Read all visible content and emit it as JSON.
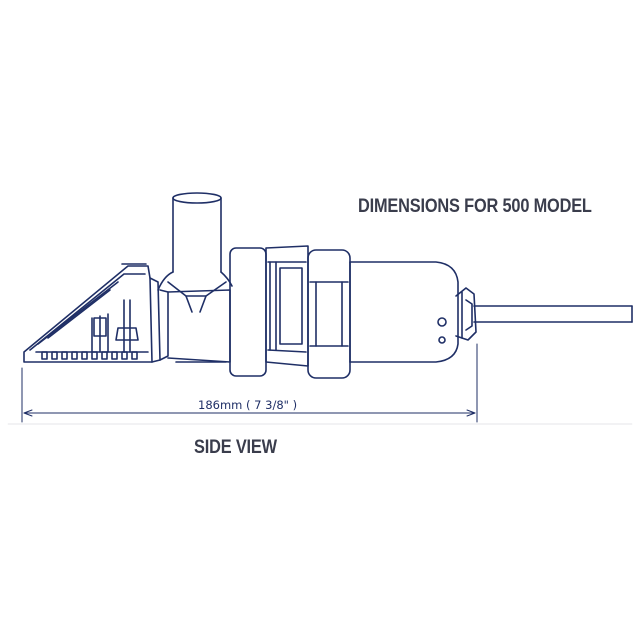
{
  "title": "DIMENSIONS FOR 500 MODEL",
  "caption": "SIDE VIEW",
  "dimension": {
    "label": "186mm ( 7 3/8\" )"
  },
  "colors": {
    "line": "#1f2f66",
    "text": "#3a3d4c",
    "background": "#ffffff"
  }
}
